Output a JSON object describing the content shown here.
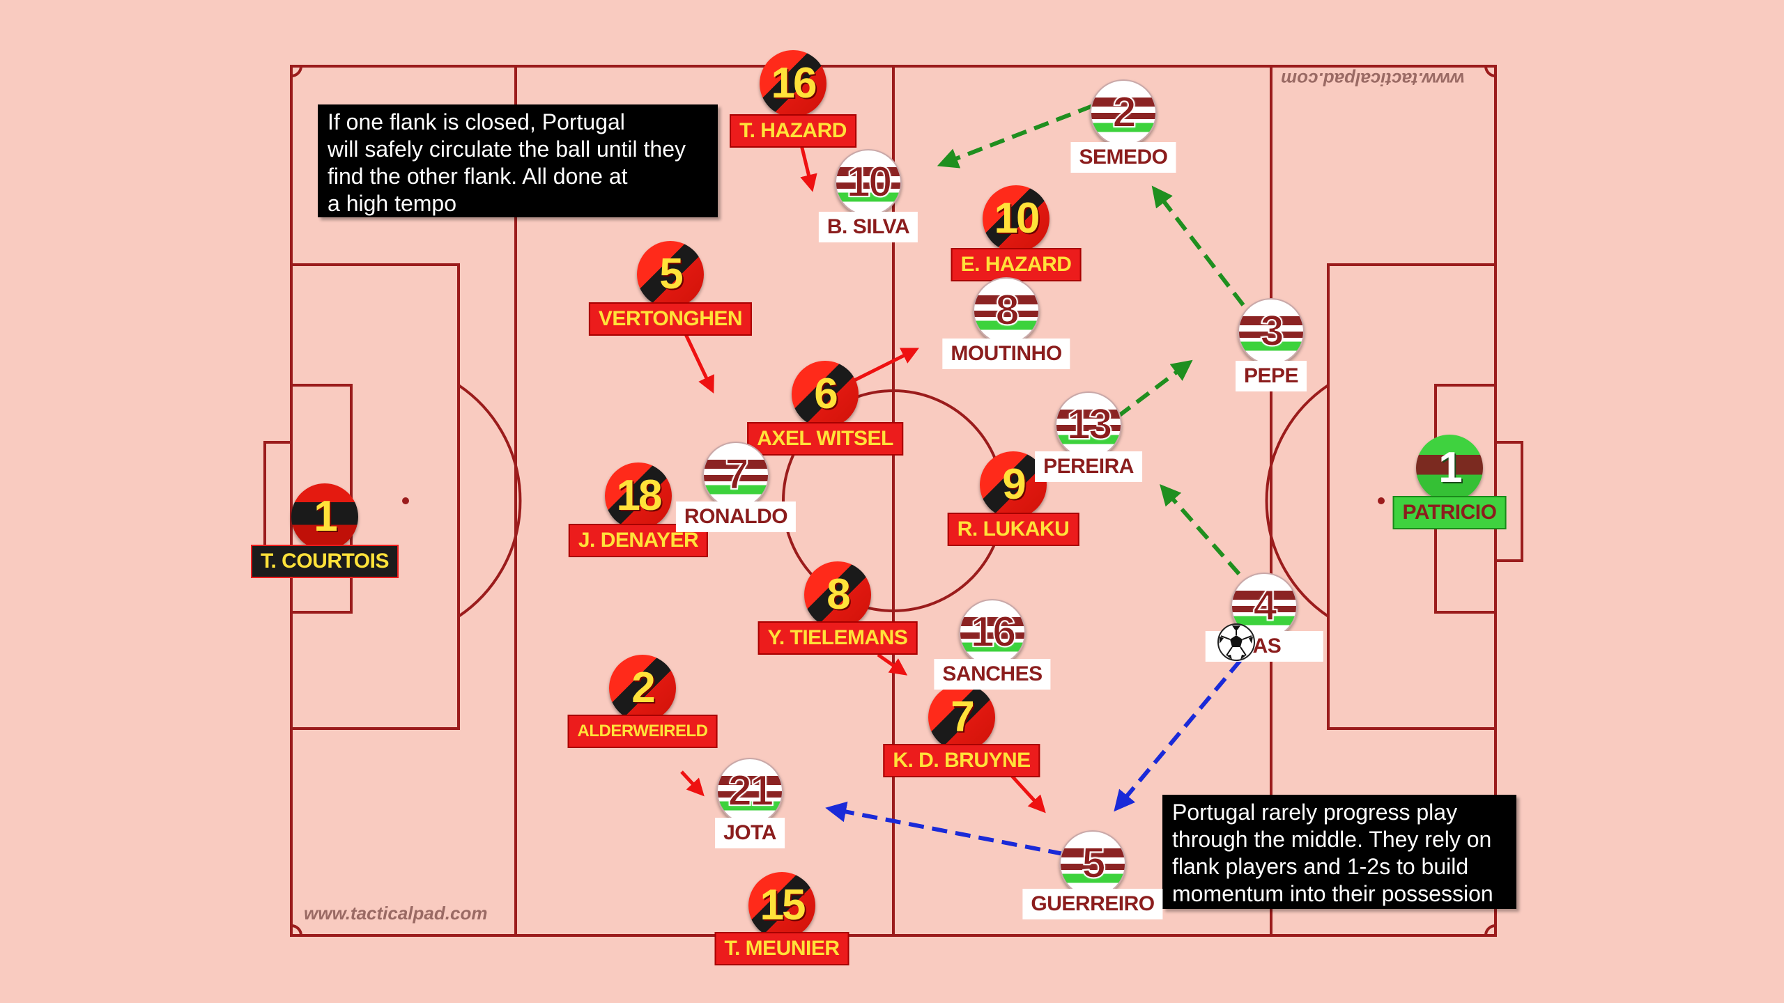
{
  "annotations": {
    "top_left": "If one flank is closed, Portugal\nwill safely circulate the ball until they\nfind the other flank. All done at\na high tempo",
    "bottom_right": "Portugal rarely progress play\nthrough the middle. They rely on\nflank players and 1-2s to build\nmomentum into their possession"
  },
  "watermarks": {
    "bottom": "www.tacticalpad.com",
    "top_mirrored": "www.tacticalpad.com"
  },
  "colors": {
    "pitch_background": "#f9cbc0",
    "pitch_lines": "#9b1c1c",
    "belgium_red": "#ec1c1c",
    "belgium_yellow": "#ffe23a",
    "portugal_maroon": "#8b1d1d",
    "portugal_green": "#3cd23c",
    "arrow_red": "#ee1111",
    "arrow_green": "#1f8f1f",
    "arrow_blue": "#1a2ad8"
  },
  "belgium": {
    "gk": {
      "number": "1",
      "name": "T. COURTOIS"
    },
    "p16": {
      "number": "16",
      "name": "T. HAZARD"
    },
    "p5": {
      "number": "5",
      "name": "VERTONGHEN"
    },
    "p6": {
      "number": "6",
      "name": "AXEL WITSEL"
    },
    "p10": {
      "number": "10",
      "name": "E. HAZARD"
    },
    "p18": {
      "number": "18",
      "name": "J. DENAYER"
    },
    "p9": {
      "number": "9",
      "name": "R. LUKAKU"
    },
    "p8": {
      "number": "8",
      "name": "Y. TIELEMANS"
    },
    "p2": {
      "number": "2",
      "name": "ALDERWEIRELD"
    },
    "p7": {
      "number": "7",
      "name": "K. D. BRUYNE"
    },
    "p15": {
      "number": "15",
      "name": "T. MEUNIER"
    }
  },
  "portugal": {
    "gk": {
      "number": "1",
      "name": "PATRICIO"
    },
    "p10": {
      "number": "10",
      "name": "B. SILVA"
    },
    "p2": {
      "number": "2",
      "name": "SEMEDO"
    },
    "p8": {
      "number": "8",
      "name": "MOUTINHO"
    },
    "p3": {
      "number": "3",
      "name": "PEPE"
    },
    "p13": {
      "number": "13",
      "name": "PEREIRA"
    },
    "p7": {
      "number": "7",
      "name": "RONALDO"
    },
    "p4": {
      "number": "4",
      "name": "IAS"
    },
    "p16": {
      "number": "16",
      "name": "SANCHES"
    },
    "p21": {
      "number": "21",
      "name": "JOTA"
    },
    "p5": {
      "number": "5",
      "name": "GUERREIRO"
    }
  },
  "icons": {
    "ball": "football-icon"
  }
}
